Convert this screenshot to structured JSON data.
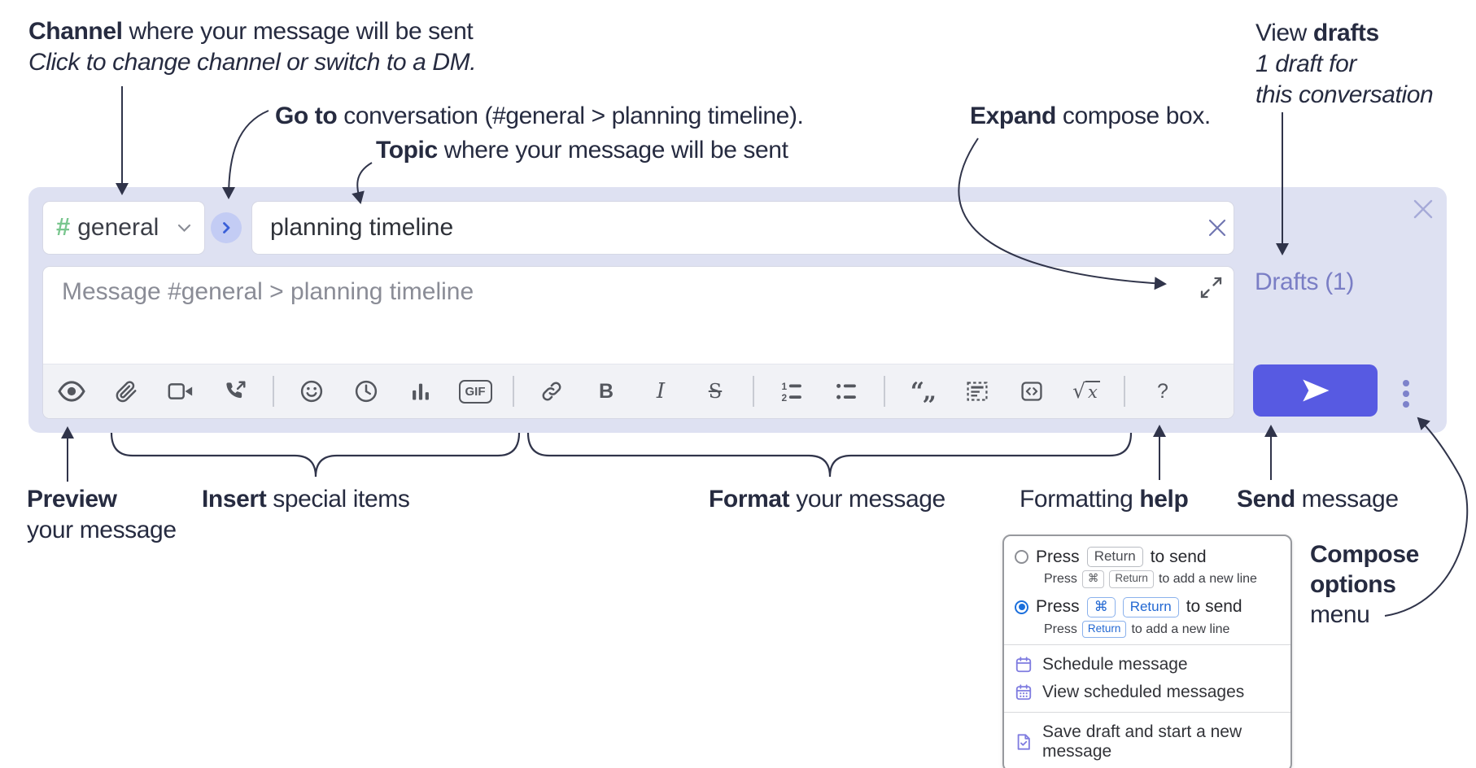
{
  "annotations": {
    "channel": {
      "bold": "Channel",
      "rest": " where your message will be sent",
      "sub": "Click to change channel or switch to a DM."
    },
    "goto": {
      "bold": "Go to",
      "rest": " conversation (#general > planning timeline)."
    },
    "topic": {
      "bold": "Topic",
      "rest": " where your message will be sent"
    },
    "expand": {
      "bold": "Expand",
      "rest": " compose box."
    },
    "view_drafts": {
      "pre": "View ",
      "bold": "drafts",
      "line2": "1 draft for",
      "line3": "this conversation"
    },
    "preview": {
      "bold": "Preview",
      "line2": "your message"
    },
    "insert": {
      "bold": "Insert",
      "rest": " special items"
    },
    "format": {
      "bold": "Format",
      "rest": " your message"
    },
    "formatting_help": {
      "pre": "Formatting ",
      "bold": "help"
    },
    "send": {
      "bold": "Send",
      "rest": " message"
    },
    "compose_options": {
      "line1": "Compose",
      "line2": "options",
      "line3": "menu"
    }
  },
  "compose_box": {
    "channel_selector": {
      "hash": "#",
      "label": "general"
    },
    "topic_input": {
      "value": "planning timeline"
    },
    "message_input": {
      "placeholder": "Message #general > planning timeline"
    },
    "drafts_link": "Drafts (1)",
    "toolbar": {
      "icons": [
        "eye",
        "paperclip",
        "video-camera",
        "phone-call",
        "emoji",
        "clock",
        "poll-chart",
        "gif",
        "link",
        "bold",
        "italic",
        "strikethrough",
        "numbered-list",
        "bulleted-list",
        "quote",
        "spoiler",
        "code",
        "math",
        "help"
      ],
      "bold_glyph": "B",
      "italic_glyph": "I",
      "strike_glyph": "S",
      "gif_label": "GIF",
      "math_radical": "√",
      "math_x": "x",
      "help_glyph": "?"
    }
  },
  "popup": {
    "options": [
      {
        "selected": false,
        "press": "Press",
        "keys": [
          "Return"
        ],
        "suffix": "to send",
        "sub": {
          "press": "Press",
          "keys": [
            "⌘",
            "Return"
          ],
          "suffix": "to add a new line"
        }
      },
      {
        "selected": true,
        "press": "Press",
        "keys": [
          "⌘",
          "Return"
        ],
        "suffix": "to send",
        "sub": {
          "press": "Press",
          "keys": [
            "Return"
          ],
          "suffix": "to add a new line"
        }
      }
    ],
    "menu_items": [
      "Schedule message",
      "View scheduled messages",
      "Save draft and start a new message"
    ]
  },
  "colors": {
    "compose_bg": "#dee1f2",
    "send_button": "#575ae2",
    "drafts_link": "#7a7ec5",
    "channel_hash": "#79c68e",
    "goto_chevron": "#3a5fd8",
    "key_blue": "#2368d2",
    "menu_icon_purple": "#7f7ce0",
    "annotation_text": "#262b40",
    "toolbar_icon": "#54575e"
  }
}
